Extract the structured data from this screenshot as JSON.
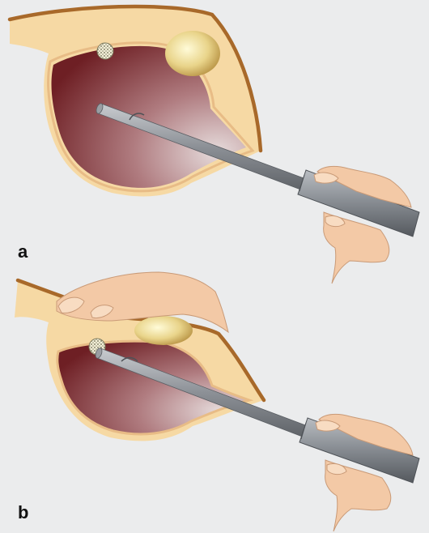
{
  "panels": [
    {
      "label": "a"
    },
    {
      "label": "b"
    }
  ],
  "colors": {
    "background": "#ebeced",
    "tissue": "#f6d9a4",
    "tissue_border": "#a8692a",
    "lumen_dark": "#7a2428",
    "lumen_light": "#dccbcc",
    "instrument": "#8b8f94",
    "skin": "#f3c9a6",
    "nodule": "#e0d6a0"
  },
  "icons": [
    "tissue-cross-section",
    "instrument",
    "hand",
    "stone",
    "finger-press"
  ]
}
